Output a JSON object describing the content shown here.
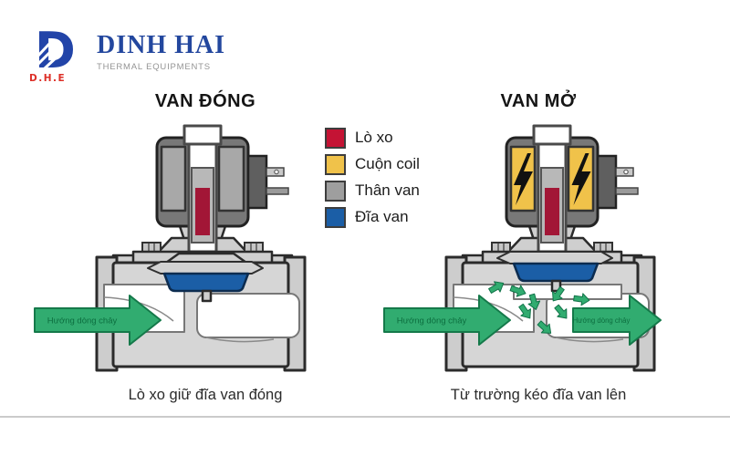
{
  "brand": {
    "monogram": "D",
    "initials": "D.H.E",
    "name": "DINH HAI",
    "tagline": "THERMAL EQUIPMENTS"
  },
  "legend": {
    "items": [
      {
        "label": "Lò xo",
        "color": "#c41334"
      },
      {
        "label": "Cuộn coil",
        "color": "#f0c24a"
      },
      {
        "label": "Thân van",
        "color": "#9e9e9e"
      },
      {
        "label": "Đĩa van",
        "color": "#1b5ea6"
      }
    ]
  },
  "diagrams": {
    "closed": {
      "title": "VAN ĐÓNG",
      "caption": "Lò xo giữ đĩa van đóng",
      "inlet_label": "Hướng dòng chảy"
    },
    "open": {
      "title": "VAN MỞ",
      "caption": "Từ trường kéo đĩa van lên",
      "inlet_label": "Hướng dòng chảy",
      "outlet_label": "Hướng dòng chảy"
    }
  },
  "colors": {
    "brand-blue": "#23479e",
    "logo-blue": "#2244a8",
    "logo-red": "#dd2f27",
    "spring-red": "#a21636",
    "coil-yellow": "#f0c24a",
    "body-gray": "#d6d6d6",
    "coil-gray": "#787878",
    "winding-gray": "#a8a8a8",
    "disc-blue": "#1b5ea6",
    "flow-green": "#31ac70",
    "flow-green-dark": "#15794a",
    "flow-text-green": "#0c6e3f",
    "outline": "#2b2b2b"
  }
}
